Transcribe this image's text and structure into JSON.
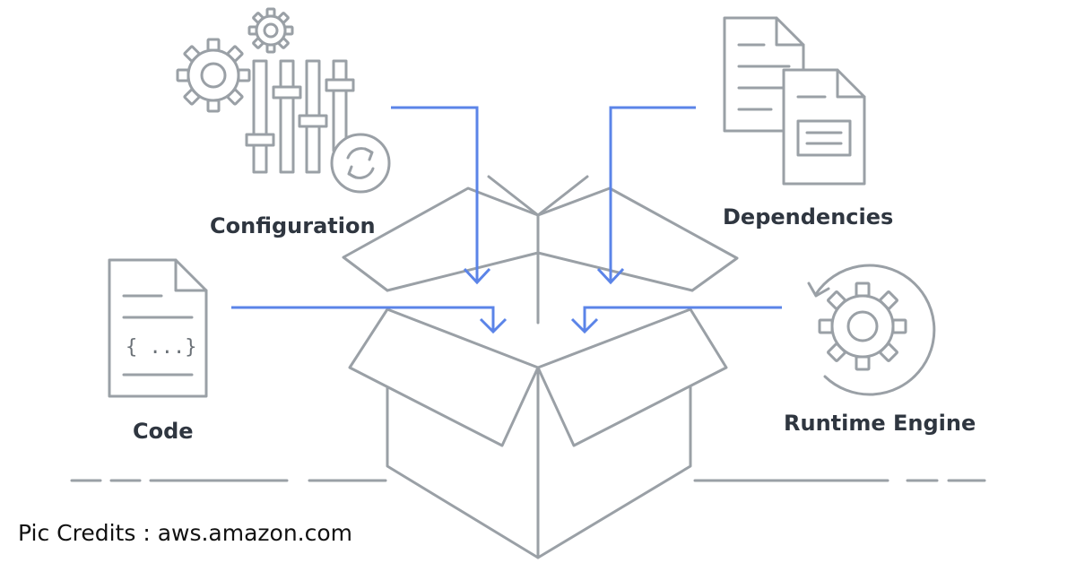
{
  "labels": {
    "configuration": "Configuration",
    "dependencies": "Dependencies",
    "code": "Code",
    "runtime_engine": "Runtime Engine"
  },
  "code_icon_text": "{ ...}",
  "credit": "Pic Credits : aws.amazon.com",
  "colors": {
    "arrow": "#5b84e8",
    "outline": "#9aa0a6",
    "label": "#2f3640"
  },
  "icons": [
    "gear-sliders-icon",
    "documents-icon",
    "code-file-icon",
    "runtime-gear-icon",
    "open-box-icon"
  ]
}
